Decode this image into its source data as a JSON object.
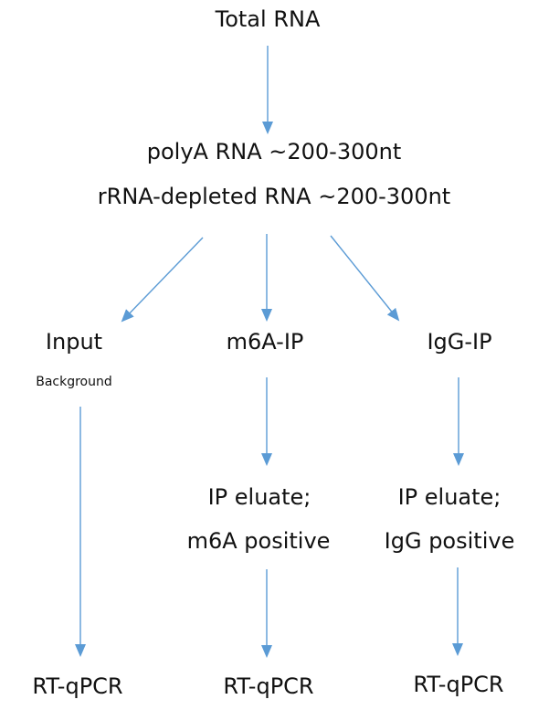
{
  "nodes": {
    "total_rna": "Total RNA",
    "polya_rna": "polyA RNA ~200-300nt",
    "rrna_depleted": "rRNA-depleted RNA ~200-300nt",
    "input": "Input",
    "background": "Background",
    "m6a_ip": "m6A-IP",
    "igg_ip": "IgG-IP",
    "ip_eluate_m6a": "IP eluate;",
    "m6a_positive": "m6A positive",
    "ip_eluate_igg": "IP eluate;",
    "igg_positive": "IgG positive",
    "rtqpcr_input": "RT-qPCR",
    "rtqpcr_m6a": "RT-qPCR",
    "rtqpcr_igg": "RT-qPCR"
  },
  "colors": {
    "arrow": "#5B9BD5",
    "text": "#111111"
  }
}
